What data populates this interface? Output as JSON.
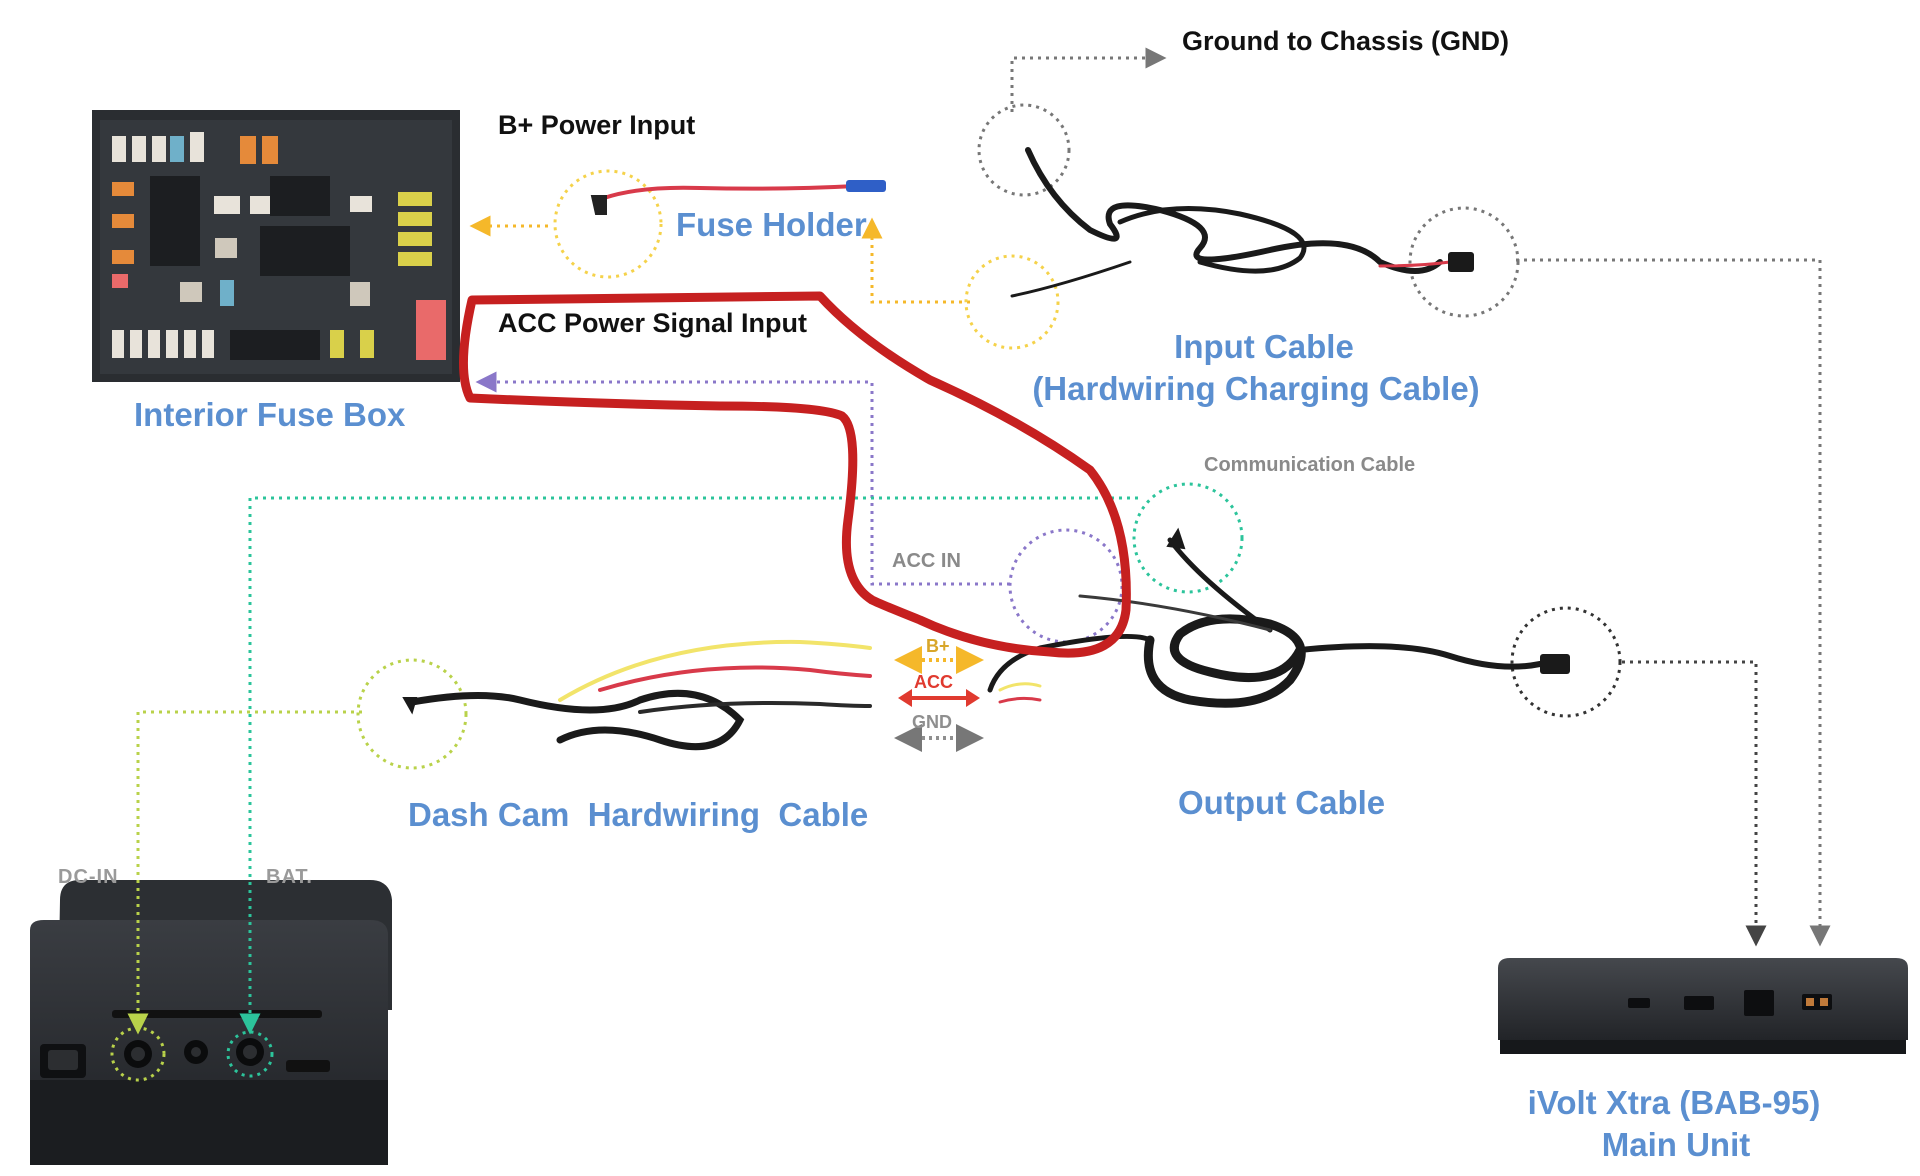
{
  "labels": {
    "ground_to_chassis": "Ground to Chassis (GND)",
    "b_plus_power_input": "B+ Power Input",
    "fuse_holder": "Fuse Holder",
    "acc_power_signal_input": "ACC Power Signal Input",
    "interior_fuse_box": "Interior Fuse Box",
    "input_cable_line1": "Input Cable",
    "input_cable_line2": "(Hardwiring Charging Cable)",
    "communication_cable": "Communication Cable",
    "acc_in": "ACC IN",
    "signal_b_plus": "B+",
    "signal_acc": "ACC",
    "signal_gnd": "GND",
    "dash_cam_hardwiring_cable": "Dash Cam  Hardwiring  Cable",
    "output_cable": "Output Cable",
    "dc_in": "DC-IN",
    "bat": "BAT.",
    "main_unit_line1": "iVolt Xtra (BAB-95)",
    "main_unit_line2": "Main Unit"
  },
  "colors": {
    "label_blue": "#5b8fd0",
    "b_plus_yellow": "#f5b82a",
    "acc_purple": "#8a77c9",
    "communication_green": "#2cc49b",
    "dc_in_green": "#b9d24a",
    "grey_lines": "#777777",
    "highlight_red": "#c62020",
    "acc_arrow_red": "#e03a2f"
  }
}
